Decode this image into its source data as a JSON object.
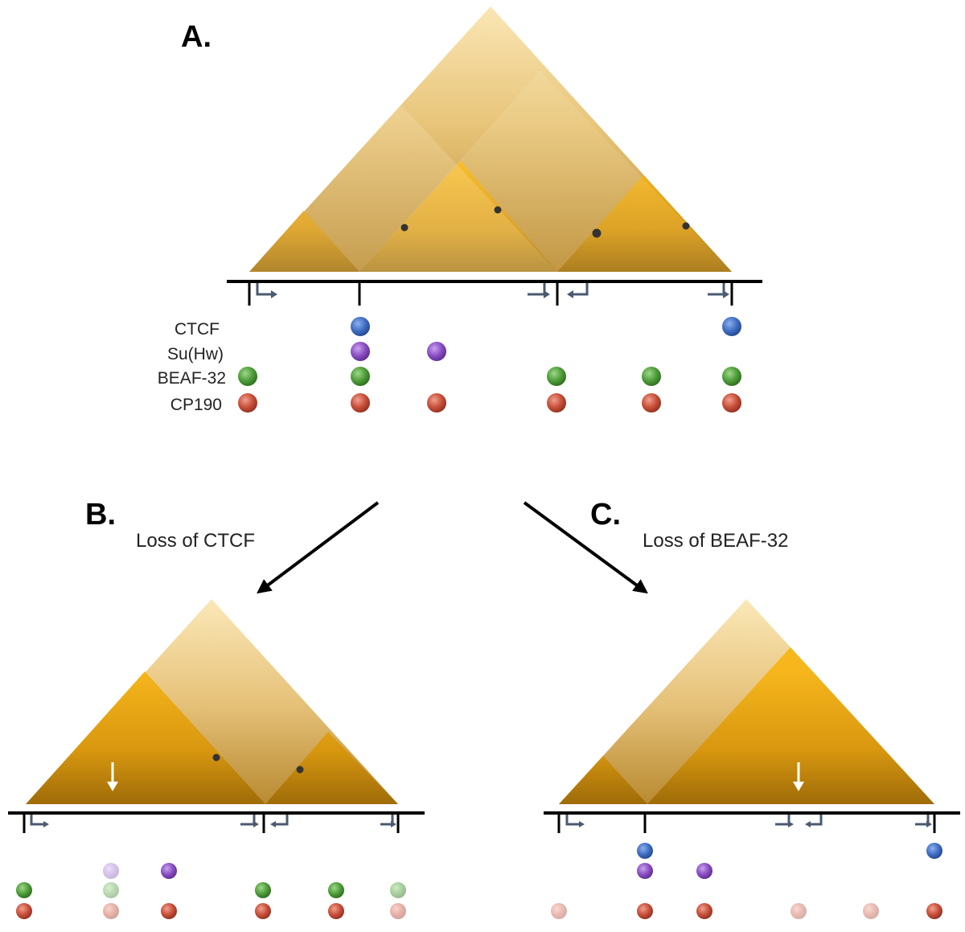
{
  "panels": {
    "A": {
      "label": "A."
    },
    "B": {
      "label": "B.",
      "caption": "Loss of CTCF"
    },
    "C": {
      "label": "C.",
      "caption": "Loss of BEAF-32"
    }
  },
  "factors": [
    {
      "name": "CTCF",
      "color": "#3f6fc4"
    },
    {
      "name": "Su(Hw)",
      "color": "#8a4fc4"
    },
    {
      "name": "BEAF-32",
      "color": "#4f9e3a"
    },
    {
      "name": "CP190",
      "color": "#c9503a"
    }
  ],
  "colors": {
    "domain": "#e8a81a",
    "domain_dark": "#a87408",
    "line": "#000000",
    "promoter": "#4a5a70",
    "loop_dot": "#333333",
    "arrow": "#000000",
    "loss_arrow": "#ffffff"
  }
}
